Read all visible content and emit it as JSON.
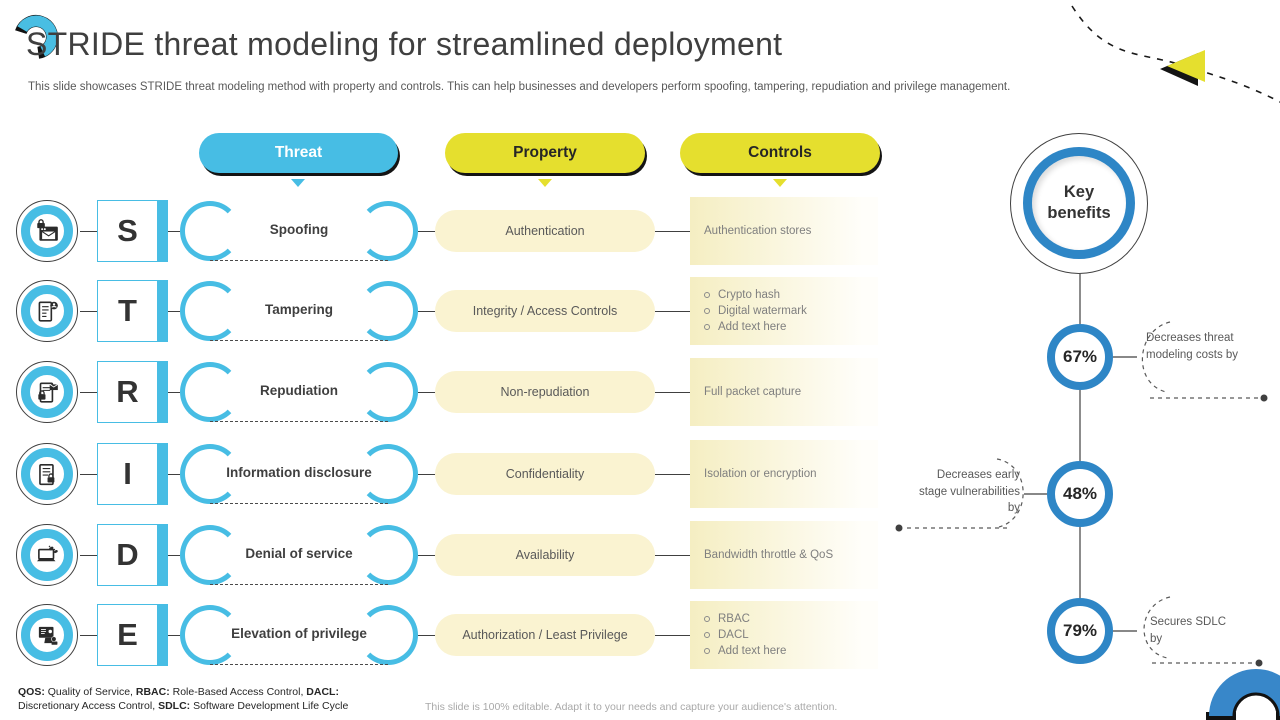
{
  "title": "STRIDE threat modeling for streamlined deployment",
  "subtitle": "This slide showcases STRIDE threat modeling method with property and controls. This can help businesses and developers perform spoofing, tampering, repudiation and privilege management.",
  "columns": {
    "threat": "Threat",
    "property": "Property",
    "controls": "Controls"
  },
  "rows": [
    {
      "letter": "S",
      "icon": "browser-mail-lock-icon",
      "threat": "Spoofing",
      "property": "Authentication",
      "controls": [
        "Authentication stores"
      ],
      "bulleted": false
    },
    {
      "letter": "T",
      "icon": "document-user-icon",
      "threat": "Tampering",
      "property": "Integrity / Access Controls",
      "controls": [
        "Crypto hash",
        "Digital watermark",
        "Add text here"
      ],
      "bulleted": true
    },
    {
      "letter": "R",
      "icon": "document-lock-mail-icon",
      "threat": "Repudiation",
      "property": "Non-repudiation",
      "controls": [
        "Full packet capture"
      ],
      "bulleted": false
    },
    {
      "letter": "I",
      "icon": "document-unlock-icon",
      "threat": "Information disclosure",
      "property": "Confidentiality",
      "controls": [
        "Isolation or encryption"
      ],
      "bulleted": false
    },
    {
      "letter": "D",
      "icon": "laptop-bug-icon",
      "threat": "Denial of service",
      "property": "Availability",
      "controls": [
        "Bandwidth throttle & QoS"
      ],
      "bulleted": false
    },
    {
      "letter": "E",
      "icon": "monitor-user-lock-icon",
      "threat": "Elevation of privilege",
      "property": "Authorization / Least Privilege",
      "controls": [
        "RBAC",
        "DACL",
        "Add text here"
      ],
      "bulleted": true
    }
  ],
  "benefits": {
    "title": "Key benefits",
    "items": [
      {
        "value": "67%",
        "label": "Decreases threat modeling costs by",
        "side": "right"
      },
      {
        "value": "48%",
        "label": "Decreases early stage vulnerabilities  by",
        "side": "left"
      },
      {
        "value": "79%",
        "label": "Secures SDLC by",
        "side": "right"
      }
    ]
  },
  "footer": {
    "acronym_lines": [
      [
        {
          "t": "QOS:",
          "b": 1
        },
        {
          "t": " Quality of Service, ",
          "b": 0
        },
        {
          "t": "RBAC:",
          "b": 1
        },
        {
          "t": " Role-Based Access Control, ",
          "b": 0
        },
        {
          "t": "DACL:",
          "b": 1
        }
      ],
      [
        {
          "t": "Discretionary Access Control, ",
          "b": 0
        },
        {
          "t": "SDLC:",
          "b": 1
        },
        {
          "t": " Software Development Life Cycle",
          "b": 0
        }
      ]
    ],
    "editable_note": "This slide is 100% editable.  Adapt it to your needs and capture your audience's attention."
  },
  "colors": {
    "accent_cyan": "#47BDE4",
    "accent_yellow": "#E5DF2E",
    "accent_blue": "#2E86C6",
    "property_bg": "#FAF3D1",
    "controls_bg": "#F5EEC2",
    "text_dark": "#3F3F3F",
    "text_gray": "#595959"
  }
}
